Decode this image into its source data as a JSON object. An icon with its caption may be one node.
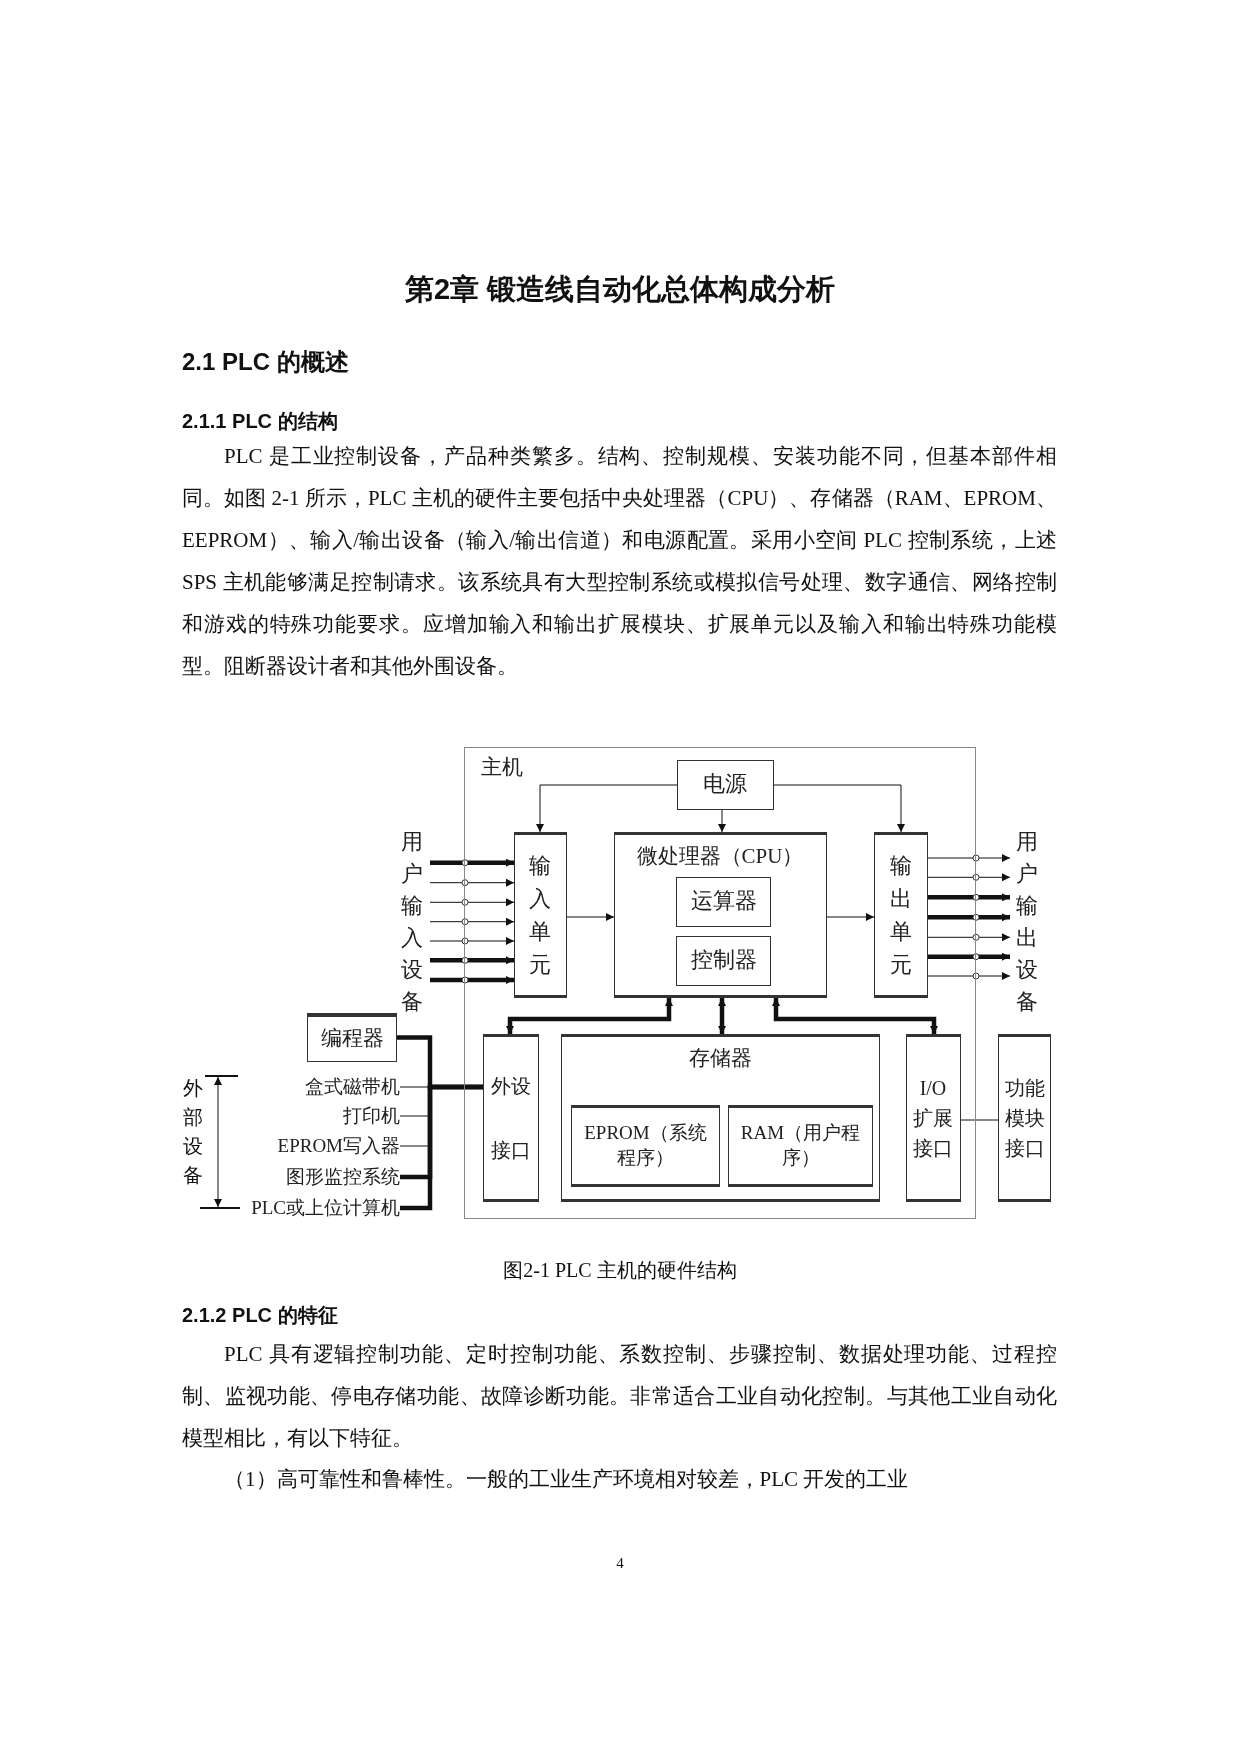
{
  "diagram": {
    "title": "第2章 锻造线自动化总体构成分析",
    "caption": "图2-1 PLC 主机的硬件结构",
    "nodes": [
      {
        "text": [
          "主机"
        ]
      },
      {
        "text": [
          "电源"
        ],
        "in": 0
      },
      {
        "text": [
          "输入单元"
        ],
        "in": 0
      },
      {
        "text": [
          "微处理器（CPU）"
        ],
        "in": 0
      },
      {
        "text": [
          "运算器"
        ],
        "in": 3
      },
      {
        "text": [
          "控制器"
        ],
        "in": 3
      },
      {
        "text": [
          "输出单元"
        ],
        "in": 0
      },
      {
        "text": [
          "外设接口"
        ],
        "in": 0
      },
      {
        "text": [
          "存储器"
        ],
        "in": 0
      },
      {
        "text": [
          "EPROM（系统程序）"
        ],
        "in": 8
      },
      {
        "text": [
          "RAM（用户程序）"
        ],
        "in": 8
      },
      {
        "text": [
          "I/O扩展接口"
        ],
        "in": 0
      },
      {
        "text": [
          "功能模块接口"
        ]
      },
      {
        "text": [
          "编程器"
        ]
      },
      {
        "text": [
          "用户输入设备"
        ]
      },
      {
        "text": [
          "用户输出设备"
        ]
      },
      {
        "text": [
          "盒式磁带机"
        ]
      },
      {
        "text": [
          "打印机"
        ]
      },
      {
        "text": [
          "EPROM写入器"
        ]
      },
      {
        "text": [
          "图形监控系统"
        ]
      },
      {
        "text": [
          "PLC或上位计算机"
        ]
      }
    ],
    "edges": [
      {
        "from": 1,
        "to": 2,
        "arrow": "to"
      },
      {
        "from": 1,
        "to": 3,
        "arrow": "to"
      },
      {
        "from": 1,
        "to": 6,
        "arrow": "to"
      },
      {
        "from": 14,
        "to": 2,
        "arrow": "to",
        "style": "thick"
      },
      {
        "from": 14,
        "to": 2,
        "arrow": "to"
      },
      {
        "from": 14,
        "to": 2,
        "arrow": "to"
      },
      {
        "from": 14,
        "to": 2,
        "arrow": "to"
      },
      {
        "from": 14,
        "to": 2,
        "arrow": "to"
      },
      {
        "from": 14,
        "to": 2,
        "arrow": "to",
        "style": "thick"
      },
      {
        "from": 14,
        "to": 2,
        "arrow": "to",
        "style": "thick"
      },
      {
        "from": 2,
        "to": 3,
        "arrow": "to"
      },
      {
        "from": 3,
        "to": 6,
        "arrow": "to"
      },
      {
        "from": 6,
        "to": 15,
        "arrow": "to"
      },
      {
        "from": 6,
        "to": 15,
        "arrow": "to"
      },
      {
        "from": 6,
        "to": 15,
        "arrow": "to",
        "style": "thick"
      },
      {
        "from": 6,
        "to": 15,
        "arrow": "to",
        "style": "thick"
      },
      {
        "from": 6,
        "to": 15,
        "arrow": "to"
      },
      {
        "from": 6,
        "to": 15,
        "arrow": "to",
        "style": "thick"
      },
      {
        "from": 6,
        "to": 15,
        "arrow": "to"
      },
      {
        "from": 3,
        "to": 7,
        "arrow": "both",
        "style": "thick"
      },
      {
        "from": 3,
        "to": 8,
        "arrow": "both",
        "style": "thick"
      },
      {
        "from": 3,
        "to": 11,
        "arrow": "both",
        "style": "thick"
      },
      {
        "from": 13,
        "to": 7,
        "arrow": "none",
        "style": "thick"
      },
      {
        "from": 16,
        "to": 7,
        "arrow": "none"
      },
      {
        "from": 17,
        "to": 7,
        "arrow": "none"
      },
      {
        "from": 18,
        "to": 7,
        "arrow": "none"
      },
      {
        "from": 19,
        "to": 7,
        "arrow": "none",
        "style": "thick"
      },
      {
        "from": 20,
        "to": 7,
        "arrow": "none",
        "style": "thick"
      },
      {
        "from": 11,
        "to": 12,
        "arrow": "none"
      }
    ],
    "labels": [
      "2.1 PLC 的概述",
      "2.1.1 PLC 的结构",
      "PLC 是工业控制设备，产品种类繁多。结构、控制规模、安装功能不同，但基本部件相同。如图 2-1 所示，PLC 主机的硬件主要包括中央处理器（CPU）、存储器（RAM、EPROM、EEPROM）、输入/输出设备（输入/输出信道）和电源配置。采用小空间 PLC 控制系统，上述 SPS 主机能够满足控制请求。该系统具有大型控制系统或模拟信号处理、数字通信、网络控制和游戏的特殊功能要求。应增加输入和输出扩展模块、扩展单元以及输入和输出特殊功能模型。阻断器设计者和其他外围设备。",
      "外部设备",
      "2.1.2 PLC 的特征",
      "PLC 具有逻辑控制功能、定时控制功能、系数控制、步骤控制、数据处理功能、过程控制、监视功能、停电存储功能、故障诊断功能。非常适合工业自动化控制。与其他工业自动化模型相比，有以下特征。",
      "（1）高可靠性和鲁棒性。一般的工业生产环境相对较差，PLC 开发的工业",
      "4"
    ]
  }
}
